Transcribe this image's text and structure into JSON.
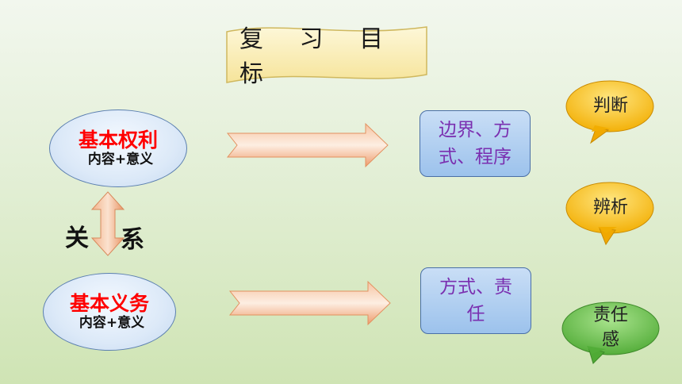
{
  "title": "复 习 目 标",
  "rights": {
    "main": "基本权利",
    "sub": "内容+意义"
  },
  "duties": {
    "main": "基本义务",
    "sub": "内容+意义"
  },
  "relation": {
    "left": "关",
    "right": "系"
  },
  "box_rights": {
    "line1": "边界、方",
    "line2": "式、程序"
  },
  "box_duties": {
    "line1": "方式、责",
    "line2": "任"
  },
  "bubbles": {
    "judge": "判断",
    "analyze": "辨析",
    "responsibility_line1": "责任",
    "responsibility_line2": "感"
  },
  "colors": {
    "accent_red": "#ff0000",
    "box_text": "#7a2fb0",
    "bubble_yellow": "#f5b400",
    "bubble_green": "#6cbf4a"
  }
}
